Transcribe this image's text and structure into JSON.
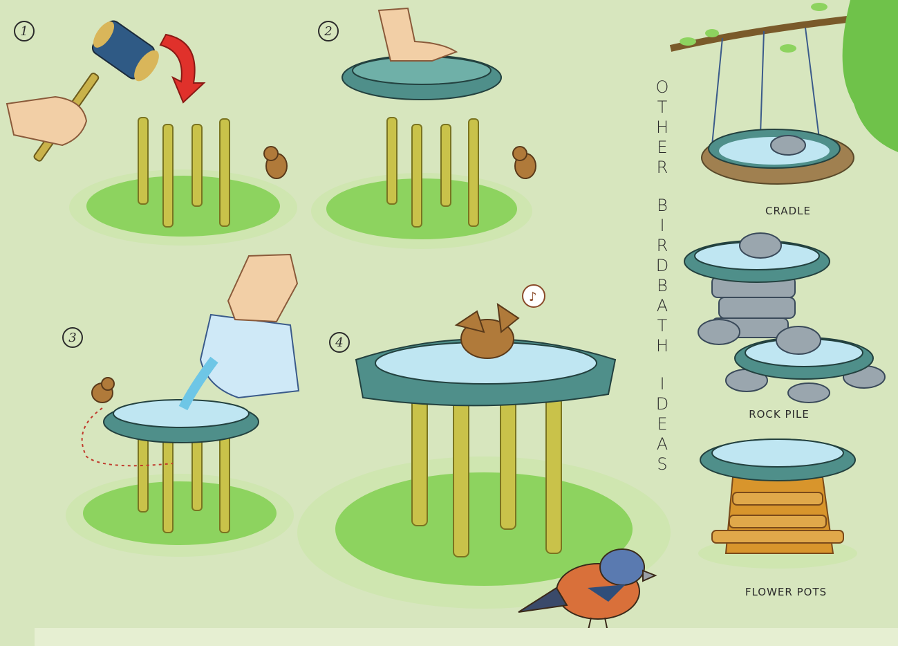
{
  "steps": {
    "step1": "1",
    "step2": "2",
    "step3": "3",
    "step4": "4"
  },
  "sidebar": {
    "title_word_1": "OTHER",
    "title_word_2": "BIRDBATH",
    "title_word_3": "IDEAS",
    "ideas": [
      {
        "label": "CRADLE"
      },
      {
        "label": "ROCK PILE"
      },
      {
        "label": "FLOWER POTS"
      }
    ]
  },
  "colors": {
    "background": "#d7e6be",
    "grass": "#8dd35f",
    "stake": "#c9c24a",
    "basin": "#4f8f8a",
    "water": "#bfe6f2",
    "arrow": "#e0312b",
    "pots": "#d8952c"
  }
}
